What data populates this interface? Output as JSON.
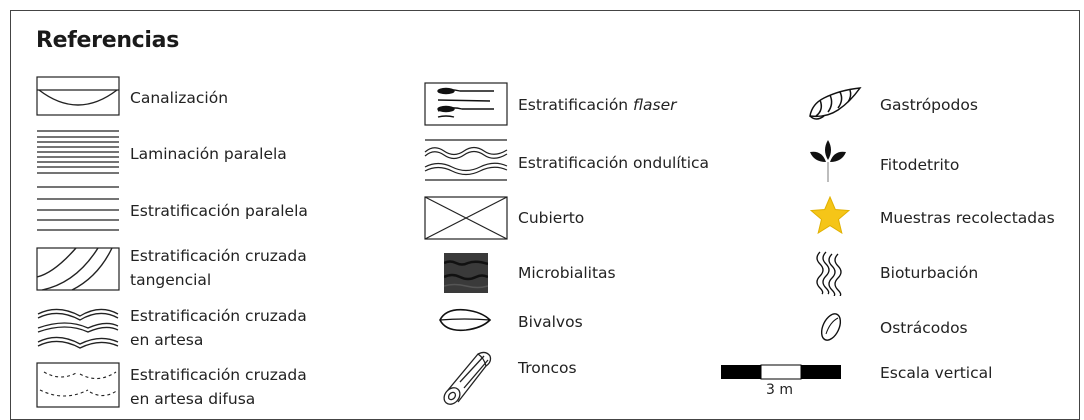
{
  "title": "Referencias",
  "col1": [
    {
      "label": "Canalización",
      "icon": "channel-icon"
    },
    {
      "label": "Laminación paralela",
      "icon": "parallel-lamination-icon"
    },
    {
      "label": "Estratificación paralela",
      "icon": "parallel-bedding-icon"
    },
    {
      "label_line1": "Estratificación cruzada",
      "label_line2": "tangencial",
      "icon": "tangential-cross-bedding-icon"
    },
    {
      "label_line1": "Estratificación cruzada",
      "label_line2": "en artesa",
      "icon": "trough-cross-bedding-icon"
    },
    {
      "label_line1": "Estratificación cruzada",
      "label_line2": "en artesa difusa",
      "icon": "diffuse-trough-cross-bedding-icon"
    }
  ],
  "col2": [
    {
      "label_prefix": "Estratificación ",
      "label_italic": "flaser",
      "icon": "flaser-bedding-icon"
    },
    {
      "label": "Estratificación ondulítica",
      "icon": "wavy-bedding-icon"
    },
    {
      "label": "Cubierto",
      "icon": "covered-icon"
    },
    {
      "label": "Microbialitas",
      "icon": "microbialite-icon"
    },
    {
      "label": "Bivalvos",
      "icon": "bivalve-icon"
    },
    {
      "label": "Troncos",
      "icon": "log-trunk-icon"
    }
  ],
  "col3": [
    {
      "label": "Gastrópodos",
      "icon": "gastropod-icon"
    },
    {
      "label": "Fitodetrito",
      "icon": "plant-debris-icon"
    },
    {
      "label": "Muestras recolectadas",
      "icon": "star-icon"
    },
    {
      "label": "Bioturbación",
      "icon": "bioturbation-icon"
    },
    {
      "label": "Ostrácodos",
      "icon": "ostracod-icon"
    },
    {
      "label": "Escala vertical",
      "icon": "scale-bar-icon",
      "scale_text": "3 m"
    }
  ],
  "colors": {
    "star": "#f5c518",
    "ink": "#1a1a1a",
    "microbialite": "#3a3a3a"
  }
}
